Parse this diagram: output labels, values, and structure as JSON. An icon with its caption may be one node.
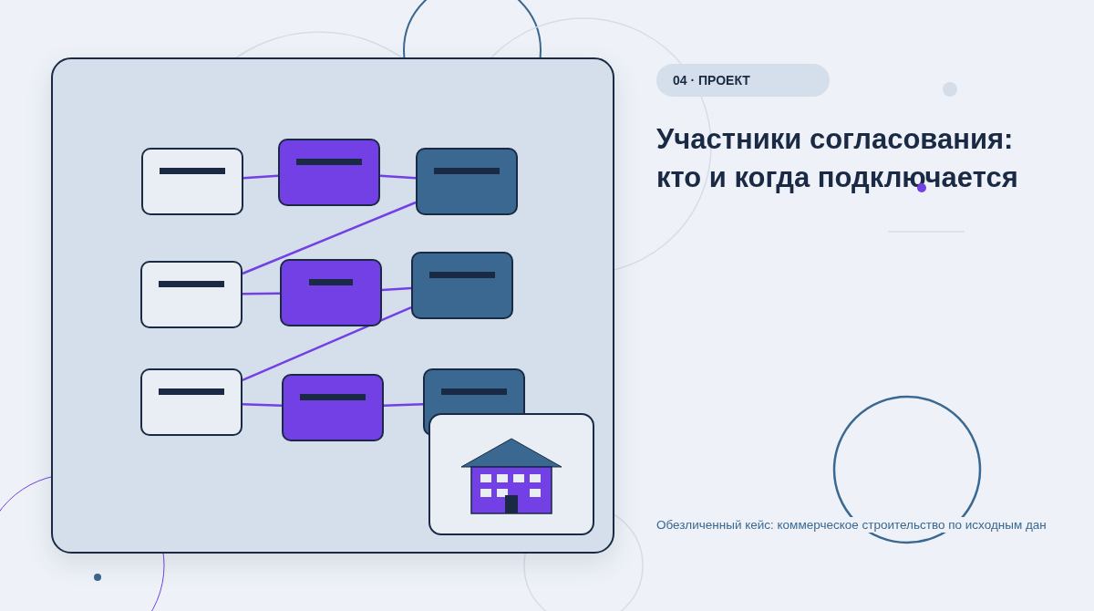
{
  "diagram": {
    "title": "Участники согласования: кто и когда подключается",
    "caption": "Обезличенный кейс: коммерческое строительство по исходным дан",
    "nodes": [
      {
        "text": [],
        "shape": "box"
      },
      {
        "text": [],
        "shape": "box"
      },
      {
        "text": [],
        "shape": "box"
      },
      {
        "text": [],
        "shape": "box"
      },
      {
        "text": [],
        "shape": "box"
      },
      {
        "text": [],
        "shape": "box"
      },
      {
        "text": [],
        "shape": "box"
      },
      {
        "text": [],
        "shape": "box"
      },
      {
        "text": [],
        "shape": "box"
      }
    ],
    "edges": [
      {
        "from": 0,
        "to": 1,
        "arrow": "none"
      },
      {
        "from": 1,
        "to": 2,
        "arrow": "none"
      },
      {
        "from": 2,
        "to": 3,
        "arrow": "none"
      },
      {
        "from": 3,
        "to": 4,
        "arrow": "none"
      },
      {
        "from": 4,
        "to": 5,
        "arrow": "none"
      },
      {
        "from": 5,
        "to": 6,
        "arrow": "none"
      },
      {
        "from": 6,
        "to": 7,
        "arrow": "none"
      },
      {
        "from": 7,
        "to": 8,
        "arrow": "none"
      }
    ],
    "labels": [
      "04 · ПРОЕКТ"
    ]
  }
}
